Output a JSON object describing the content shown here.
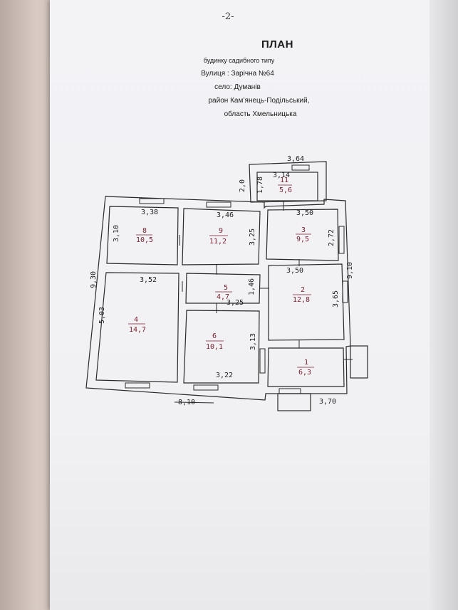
{
  "document": {
    "page_number": "-2-",
    "title": "ПЛАН",
    "subtitle_lines": [
      "будинку садибного типу",
      "Вулиця : Зарічна №64",
      "село: Думанів",
      "район  Кам’янець-Подільський,",
      "область Хмельницька"
    ]
  },
  "plan": {
    "overall": {
      "width": "8,10",
      "depth": "9,30",
      "right_depth": "9,10",
      "porch_width": "3,70",
      "annex_width": "3,64",
      "annex_depth": "2,0"
    },
    "rooms": [
      {
        "number": "1",
        "area": "6,3"
      },
      {
        "number": "2",
        "area": "12,8"
      },
      {
        "number": "3",
        "area": "9,5"
      },
      {
        "number": "4",
        "area": "14,7"
      },
      {
        "number": "5",
        "area": "4,7"
      },
      {
        "number": "6",
        "area": "10,1"
      },
      {
        "number": "8",
        "area": "10,5"
      },
      {
        "number": "9",
        "area": "11,2"
      },
      {
        "number": "11",
        "area": "5,6"
      }
    ],
    "dimensions": {
      "r8_w": "3,38",
      "r8_h": "3,10",
      "r9_w": "3,46",
      "r9_h": "3,25",
      "r3_w": "3,50",
      "r3_h": "2,72",
      "r4_w": "3,52",
      "r4_h": "5,03",
      "r5_h": "1,46",
      "r5_w": "3,25",
      "r2_w": "3,50",
      "r2_h": "3,65",
      "r6_h": "3,13",
      "r6_w": "3,22",
      "r11_w": "3,14",
      "r11_h": "1,78"
    }
  }
}
